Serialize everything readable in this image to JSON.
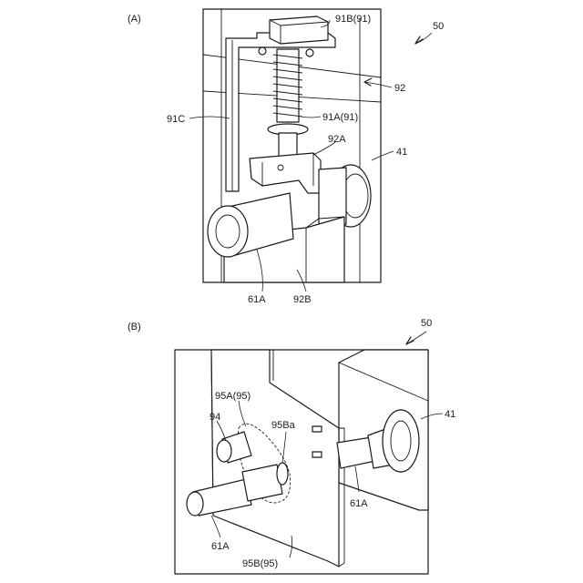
{
  "figure_a": {
    "panel_label": "(A)",
    "labels": {
      "ref_50": "50",
      "p91B": "91B(91)",
      "p92": "92",
      "p91C": "91C",
      "p91A": "91A(91)",
      "p92A": "92A",
      "p41": "41",
      "p61A": "61A",
      "p92B": "92B"
    }
  },
  "figure_b": {
    "panel_label": "(B)",
    "labels": {
      "ref_50": "50",
      "p95A": "95A(95)",
      "p94": "94",
      "p95Ba": "95Ba",
      "p41": "41",
      "p61A_right": "61A",
      "p61A_left": "61A",
      "p95B": "95B(95)"
    }
  }
}
